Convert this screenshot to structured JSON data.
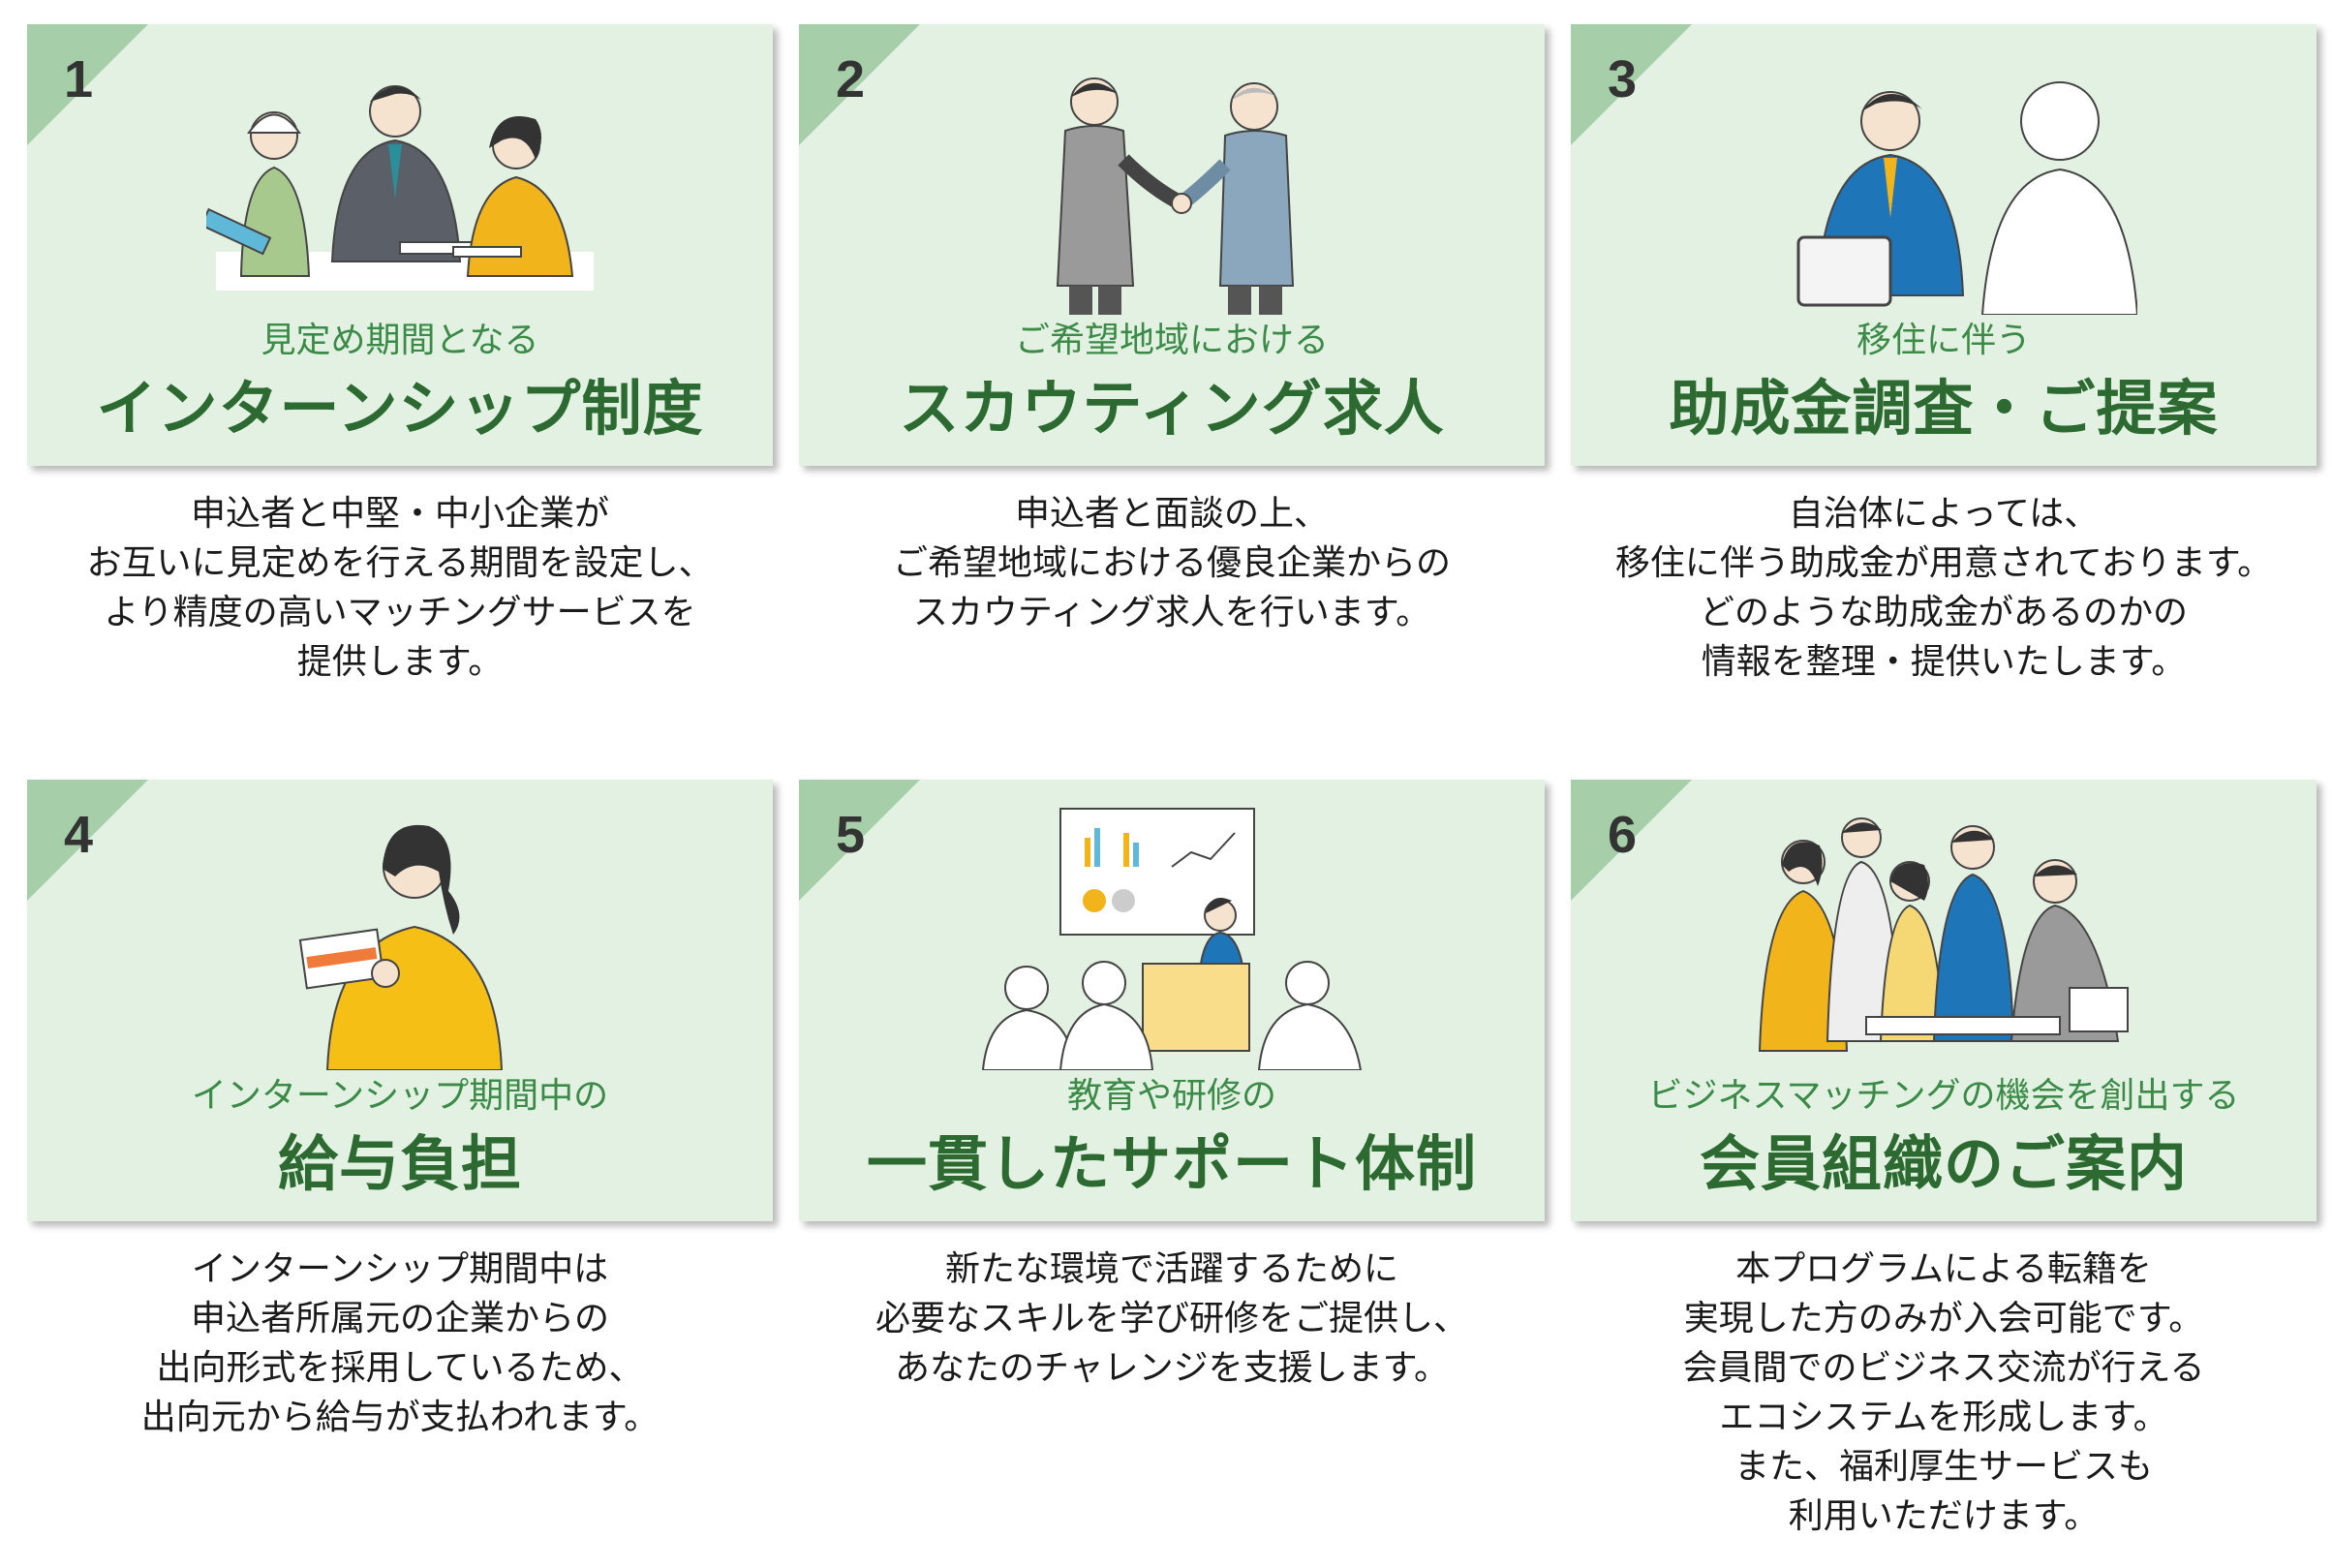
{
  "cards": [
    {
      "number": "1",
      "subtitle": "見定め期間となる",
      "title": "インターンシップ制度",
      "desc": [
        "申込者と中堅・中小企業が",
        "お互いに見定めを行える期間を設定し、",
        "より精度の高いマッチングサービスを",
        "提供します。"
      ]
    },
    {
      "number": "2",
      "subtitle": "ご希望地域における",
      "title": "スカウティング求人",
      "desc": [
        "申込者と面談の上、",
        "ご希望地域における優良企業からの",
        "スカウティング求人を行います。"
      ]
    },
    {
      "number": "3",
      "subtitle": "移住に伴う",
      "title": "助成金調査・ご提案",
      "desc": [
        "自治体によっては、",
        "移住に伴う助成金が用意されております。",
        "どのような助成金があるのかの",
        "情報を整理・提供いたします。"
      ]
    },
    {
      "number": "4",
      "subtitle": "インターンシップ期間中の",
      "title": "給与負担",
      "desc": [
        "インターンシップ期間中は",
        "申込者所属元の企業からの",
        "出向形式を採用しているため、",
        "出向元から給与が支払われます。"
      ]
    },
    {
      "number": "5",
      "subtitle": "教育や研修の",
      "title": "一貫したサポート体制",
      "desc": [
        "新たな環境で活躍するために",
        "必要なスキルを学び研修をご提供し、",
        "あなたのチャレンジを支援します。"
      ]
    },
    {
      "number": "6",
      "subtitle": "ビジネスマッチングの機会を創出する",
      "title": "会員組織のご案内",
      "desc": [
        "本プログラムによる転籍を",
        "実現した方のみが入会可能です。",
        "会員間でのビジネス交流が行える",
        "エコシステムを形成します。",
        "また、福利厚生サービスも",
        "利用いただけます。"
      ]
    }
  ],
  "colors": {
    "card_bg": "#e2f1e2",
    "corner": "#a6cfa9",
    "subtitle": "#3b8a47",
    "title": "#2c6a31"
  }
}
